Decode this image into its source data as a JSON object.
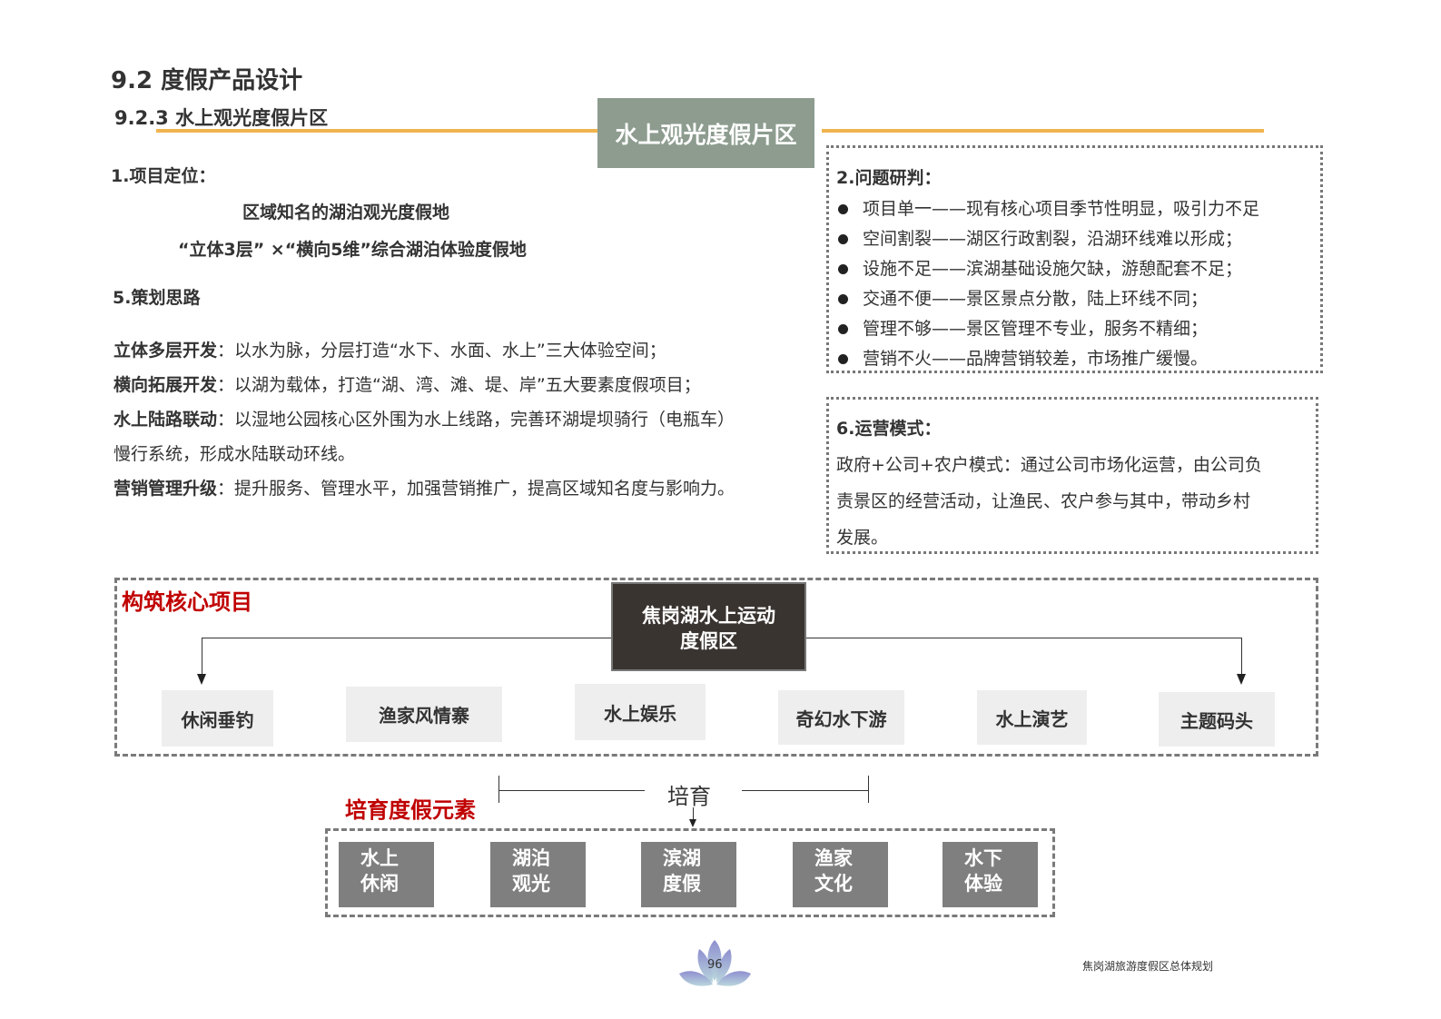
{
  "header": {
    "section": "9.2  度假产品设计",
    "subsection": "9.2.3 水上观光度假片区",
    "banner": "水上观光度假片区"
  },
  "positioning": {
    "title": "1.项目定位：",
    "line1": "区域知名的湖泊观光度假地",
    "line2": "“立体3层”  ×“横向5维”综合湖泊体验度假地"
  },
  "strategy": {
    "title": "5.策划思路",
    "items": [
      {
        "label": "立体多层开发",
        "text": "：以水为脉，分层打造“水下、水面、水上”三大体验空间；"
      },
      {
        "label": "横向拓展开发",
        "text": "：以湖为载体，打造“湖、湾、滩、堤、岸”五大要素度假项目；"
      },
      {
        "label": "水上陆路联动",
        "text": "：以湿地公园核心区外围为水上线路，完善环湖堤坝骑行（电瓶车）",
        "cont": "慢行系统，形成水陆联动环线。"
      },
      {
        "label": "营销管理升级",
        "text": "：提升服务、管理水平，加强营销推广，提高区域知名度与影响力。"
      }
    ]
  },
  "problems": {
    "title": "2.问题研判：",
    "items": [
      "项目单一——现有核心项目季节性明显，吸引力不足",
      "空间割裂——湖区行政割裂，沿湖环线难以形成；",
      "设施不足——滨湖基础设施欠缺，游憩配套不足；",
      "交通不便——景区景点分散，陆上环线不同；",
      "管理不够——景区管理不专业，服务不精细；",
      "营销不火——品牌营销较差，市场推广缓慢。"
    ]
  },
  "operation": {
    "title": "6.运营模式：",
    "lines": [
      "政府+公司+农户模式：通过公司市场化运营，由公司负",
      "责景区的经营活动，让渔民、农户参与其中，带动乡村",
      "发展。"
    ]
  },
  "core": {
    "title": "构筑核心项目",
    "center_line1": "焦岗湖水上运动",
    "center_line2": "度假区",
    "items": [
      "休闲垂钓",
      "渔家风情寨",
      "水上娱乐",
      "奇幻水下游",
      "水上演艺",
      "主题码头"
    ]
  },
  "cultivate": {
    "title": "培育度假元素",
    "label": "培育",
    "items": [
      [
        "水上",
        "休闲"
      ],
      [
        "湖泊",
        "观光"
      ],
      [
        "滨湖",
        "度假"
      ],
      [
        "渔家",
        "文化"
      ],
      [
        "水下",
        "体验"
      ]
    ]
  },
  "footer": {
    "page": "96",
    "doc_title": "焦岗湖旅游度假区总体规划"
  },
  "colors": {
    "accent": "#f0b44f",
    "banner": "#8d9c8f",
    "red": "#c00000",
    "dark": "#3a3430"
  }
}
